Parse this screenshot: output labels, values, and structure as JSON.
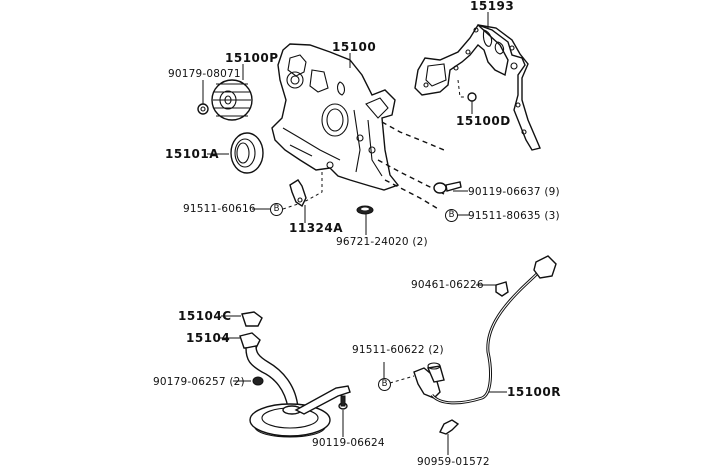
{
  "diagram": {
    "title": "Oil pump / timing cover exploded parts diagram",
    "labels": {
      "p15193": "15193",
      "p15100": "15100",
      "p15100P": "15100P",
      "p90179_08071": "90179-08071",
      "p15100D": "15100D",
      "p15101A": "15101A",
      "p90119_06637": "90119-06637 (9)",
      "p91511_80635": "91511-80635 (3)",
      "p91511_60616": "91511-60616",
      "p11324A": "11324A",
      "p96721_24020": "96721-24020 (2)",
      "p90461_06226": "90461-06226",
      "p15104C": "15104C",
      "p15104": "15104",
      "p91511_60622": "91511-60622 (2)",
      "p90179_06257": "90179-06257 (2)",
      "p15100R": "15100R",
      "p90119_06624": "90119-06624",
      "p90959_01572": "90959-01572"
    },
    "marker_letter": "B"
  }
}
